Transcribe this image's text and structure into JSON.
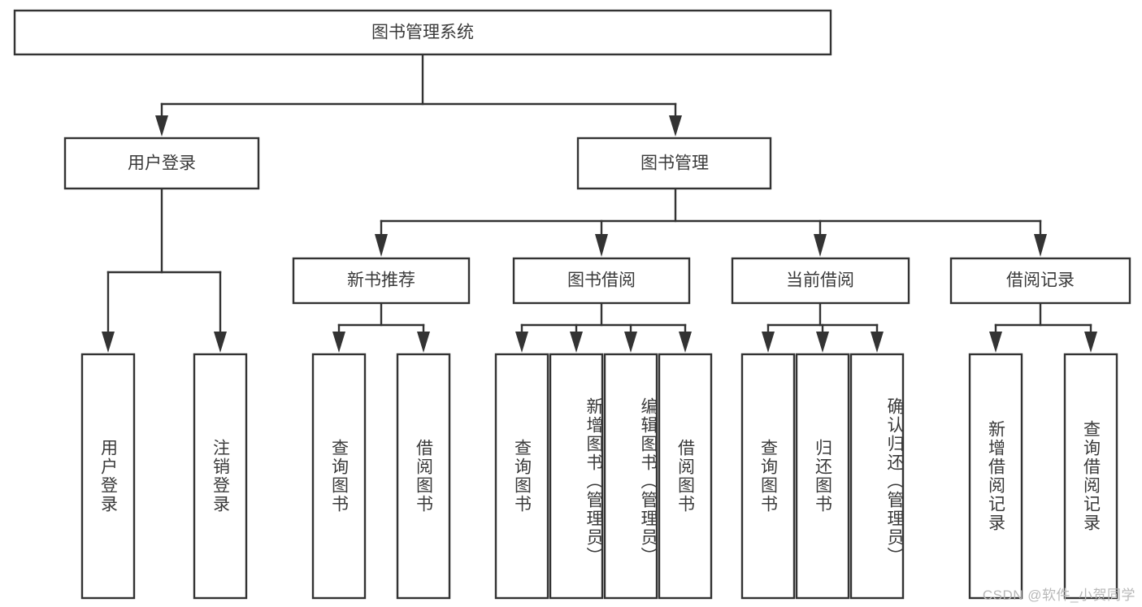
{
  "diagram": {
    "type": "tree-hierarchy",
    "title": "图书管理系统",
    "watermark": "CSDN @软件_小贺同学",
    "colors": {
      "background": "#ffffff",
      "box_stroke": "#333333",
      "box_fill": "#ffffff",
      "text": "#3a3a3a",
      "watermark": "#b8b8b8"
    },
    "root": {
      "label": "图书管理系统",
      "orientation": "horizontal"
    },
    "level2": [
      {
        "label": "用户登录",
        "orientation": "horizontal"
      },
      {
        "label": "图书管理",
        "orientation": "horizontal"
      }
    ],
    "level3": [
      {
        "label": "新书推荐",
        "orientation": "horizontal"
      },
      {
        "label": "图书借阅",
        "orientation": "horizontal"
      },
      {
        "label": "当前借阅",
        "orientation": "horizontal"
      },
      {
        "label": "借阅记录",
        "orientation": "horizontal"
      }
    ],
    "leaves": {
      "user_login": [
        {
          "label": "用户登录",
          "orientation": "vertical"
        },
        {
          "label": "注销登录",
          "orientation": "vertical"
        }
      ],
      "new_book_recommend": [
        {
          "label": "查询图书",
          "orientation": "vertical"
        },
        {
          "label": "借阅图书",
          "orientation": "vertical"
        }
      ],
      "book_borrow": [
        {
          "label": "查询图书",
          "orientation": "vertical"
        },
        {
          "label": "新增图书（管理员）",
          "orientation": "vertical"
        },
        {
          "label": "编辑图书（管理员）",
          "orientation": "vertical"
        },
        {
          "label": "借阅图书",
          "orientation": "vertical"
        }
      ],
      "current_borrow": [
        {
          "label": "查询图书",
          "orientation": "vertical"
        },
        {
          "label": "归还图书",
          "orientation": "vertical"
        },
        {
          "label": "确认归还（管理员）",
          "orientation": "vertical"
        }
      ],
      "borrow_record": [
        {
          "label": "新增借阅记录",
          "orientation": "vertical"
        },
        {
          "label": "查询借阅记录",
          "orientation": "vertical"
        }
      ]
    }
  }
}
